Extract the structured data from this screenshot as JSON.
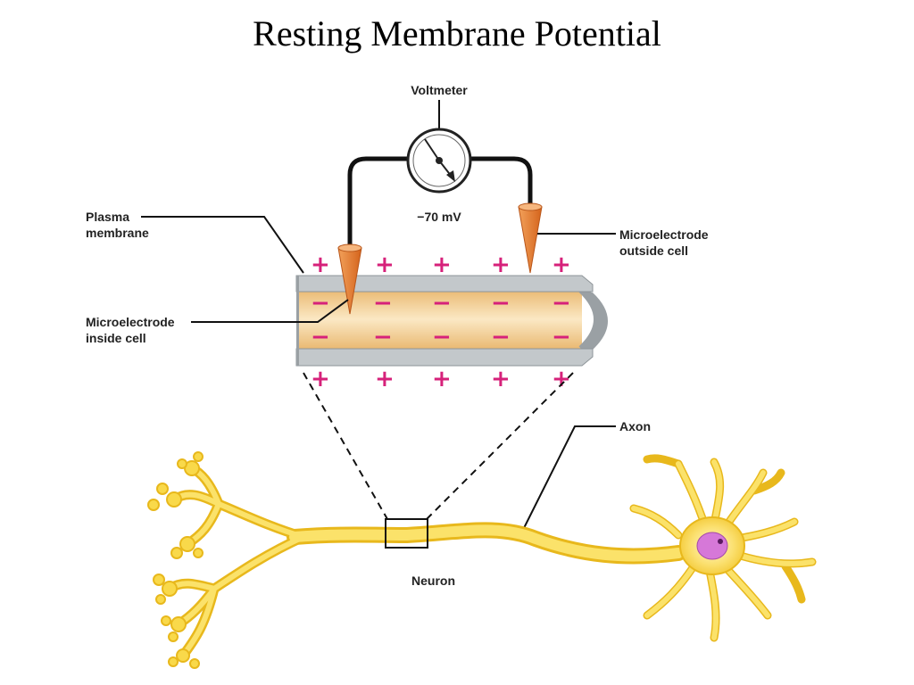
{
  "title": "Resting Membrane Potential",
  "labels": {
    "voltmeter": "Voltmeter",
    "reading": "−70 mV",
    "plasma_membrane_1": "Plasma",
    "plasma_membrane_2": "membrane",
    "electrode_inside_1": "Microelectrode",
    "electrode_inside_2": "inside cell",
    "electrode_outside_1": "Microelectrode",
    "electrode_outside_2": "outside cell",
    "axon": "Axon",
    "neuron": "Neuron"
  },
  "signs": {
    "outside": "+",
    "inside": "−"
  },
  "colors": {
    "membrane": "#c3c8cb",
    "cytoplasm": "#f3cf97",
    "electrode": "#e87a2c",
    "neuron": "#f9d94a",
    "neuron_edge": "#e8b81c",
    "nucleus": "#d678d8",
    "charge": "#d6217a"
  }
}
